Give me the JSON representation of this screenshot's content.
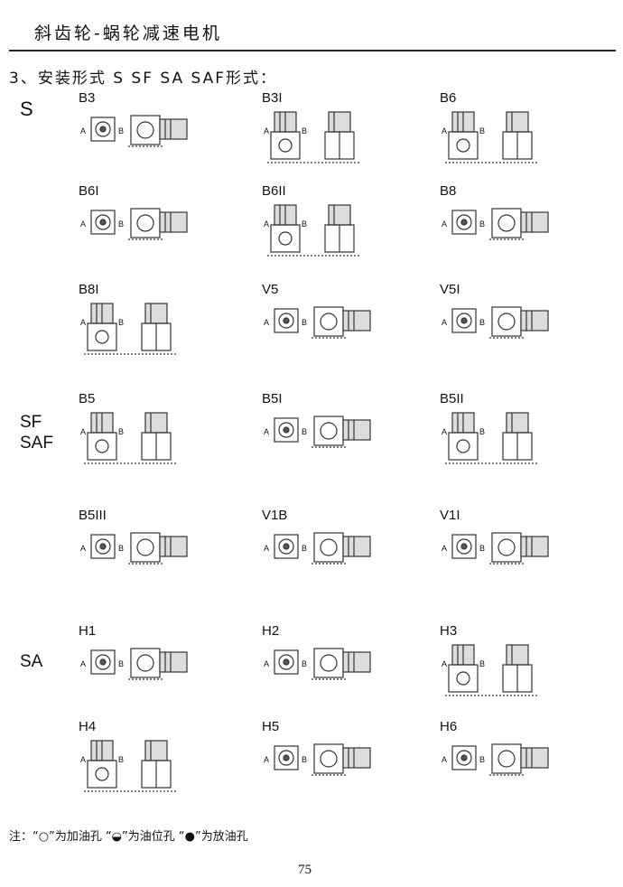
{
  "header": {
    "title": "斜齿轮-蜗轮减速电机"
  },
  "section": {
    "title": "3、安装形式    S  SF  SA  SAF形式："
  },
  "groups": {
    "s": "S",
    "sf": "SF",
    "saf": "SAF",
    "sa": "SA"
  },
  "markers": {
    "a": "A",
    "b": "B"
  },
  "figures": [
    {
      "label": "B3",
      "style": "h"
    },
    {
      "label": "B3I",
      "style": "v"
    },
    {
      "label": "B6",
      "style": "v"
    },
    {
      "label": "B6I",
      "style": "h"
    },
    {
      "label": "B6II",
      "style": "v"
    },
    {
      "label": "B8",
      "style": "h"
    },
    {
      "label": "B8I",
      "style": "v"
    },
    {
      "label": "V5",
      "style": "h"
    },
    {
      "label": "V5I",
      "style": "h"
    },
    {
      "label": "B5",
      "style": "v"
    },
    {
      "label": "B5I",
      "style": "h"
    },
    {
      "label": "B5II",
      "style": "v"
    },
    {
      "label": "B5III",
      "style": "h"
    },
    {
      "label": "V1B",
      "style": "h"
    },
    {
      "label": "V1I",
      "style": "h"
    },
    {
      "label": "H1",
      "style": "h"
    },
    {
      "label": "H2",
      "style": "h"
    },
    {
      "label": "H3",
      "style": "v"
    },
    {
      "label": "H4",
      "style": "v"
    },
    {
      "label": "H5",
      "style": "h"
    },
    {
      "label": "H6",
      "style": "h"
    }
  ],
  "note": "注：“○”为加油孔  “◒”为油位孔 “●”为放油孔",
  "page_number": "75"
}
